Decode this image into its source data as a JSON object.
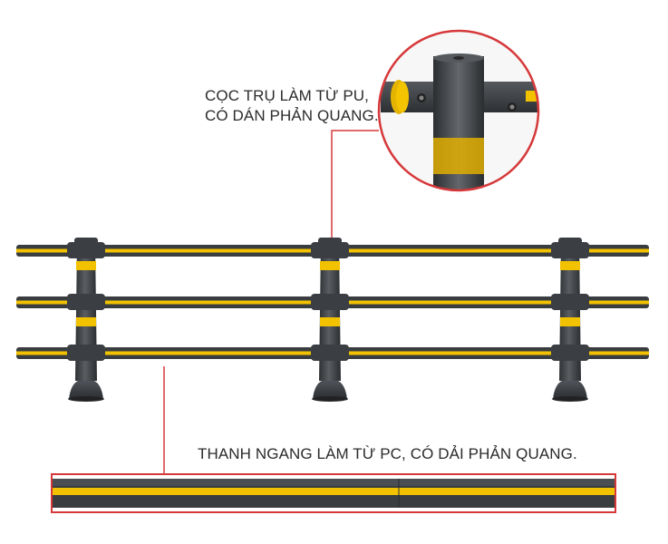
{
  "post_callout": {
    "line1": "CỌC TRỤ LÀM TỪ PU,",
    "line2": "CÓ DÁN PHẢN QUANG."
  },
  "rail_callout": {
    "text": "THANH NGANG LÀM TỪ PC, CÓ DẢI PHẢN QUANG."
  },
  "colors": {
    "rail_dark": "#3a3d40",
    "reflective_yellow": "#f2c200",
    "callout_red": "#d6383a",
    "text": "#2b2b2b"
  }
}
